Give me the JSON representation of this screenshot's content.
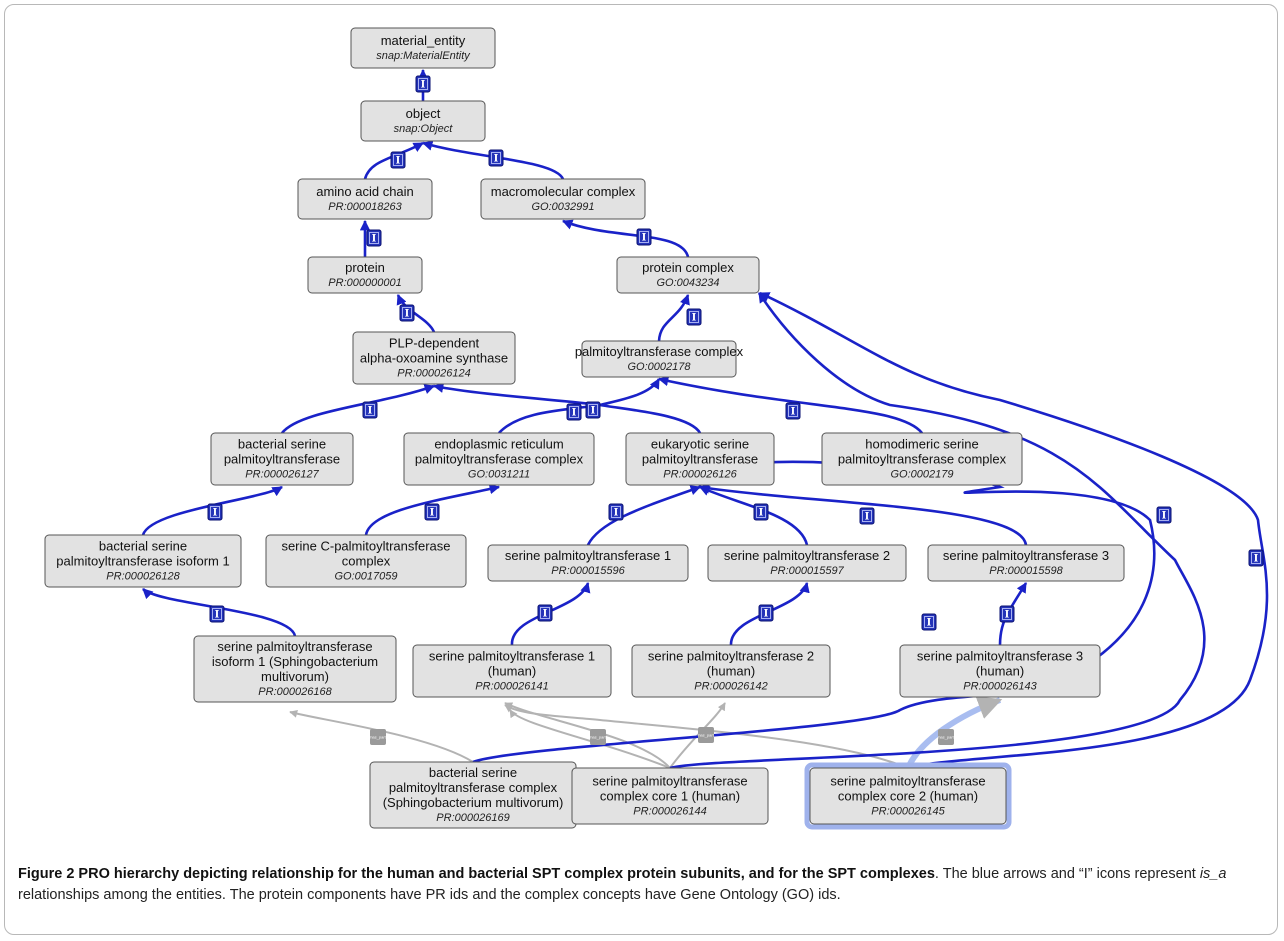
{
  "nodes": [
    {
      "id": "n_material_entity",
      "lines": [
        "material_entity"
      ],
      "ident": "snap:MaterialEntity"
    },
    {
      "id": "n_object",
      "lines": [
        "object"
      ],
      "ident": "snap:Object"
    },
    {
      "id": "n_amino_acid_chain",
      "lines": [
        "amino acid chain"
      ],
      "ident": "PR:000018263"
    },
    {
      "id": "n_macromolecular_complex",
      "lines": [
        "macromolecular complex"
      ],
      "ident": "GO:0032991"
    },
    {
      "id": "n_protein",
      "lines": [
        "protein"
      ],
      "ident": "PR:000000001"
    },
    {
      "id": "n_protein_complex",
      "lines": [
        "protein complex"
      ],
      "ident": "GO:0043234"
    },
    {
      "id": "n_plp",
      "lines": [
        "PLP-dependent",
        "alpha-oxoamine synthase"
      ],
      "ident": "PR:000026124"
    },
    {
      "id": "n_palm_complex",
      "lines": [
        "palmitoyltransferase complex"
      ],
      "ident": "GO:0002178"
    },
    {
      "id": "n_bact_spt",
      "lines": [
        "bacterial serine",
        "palmitoyltransferase"
      ],
      "ident": "PR:000026127"
    },
    {
      "id": "n_er_complex",
      "lines": [
        "endoplasmic reticulum",
        "palmitoyltransferase complex"
      ],
      "ident": "GO:0031211"
    },
    {
      "id": "n_euk_spt",
      "lines": [
        "eukaryotic serine",
        "palmitoyltransferase"
      ],
      "ident": "PR:000026126"
    },
    {
      "id": "n_homodimeric",
      "lines": [
        "homodimeric serine",
        "palmitoyltransferase complex"
      ],
      "ident": "GO:0002179"
    },
    {
      "id": "n_bact_iso1",
      "lines": [
        "bacterial serine",
        "palmitoyltransferase isoform 1"
      ],
      "ident": "PR:000026128"
    },
    {
      "id": "n_serine_c",
      "lines": [
        "serine C-palmitoyltransferase",
        "complex"
      ],
      "ident": "GO:0017059"
    },
    {
      "id": "n_spt1",
      "lines": [
        "serine palmitoyltransferase 1"
      ],
      "ident": "PR:000015596"
    },
    {
      "id": "n_spt2",
      "lines": [
        "serine palmitoyltransferase 2"
      ],
      "ident": "PR:000015597"
    },
    {
      "id": "n_spt3",
      "lines": [
        "serine palmitoyltransferase 3"
      ],
      "ident": "PR:000015598"
    },
    {
      "id": "n_spt_iso1_sphingo",
      "lines": [
        "serine palmitoyltransferase",
        "isoform 1 (Sphingobacterium",
        "multivorum)"
      ],
      "ident": "PR:000026168"
    },
    {
      "id": "n_spt1_h",
      "lines": [
        "serine palmitoyltransferase 1",
        "(human)"
      ],
      "ident": "PR:000026141"
    },
    {
      "id": "n_spt2_h",
      "lines": [
        "serine palmitoyltransferase 2",
        "(human)"
      ],
      "ident": "PR:000026142"
    },
    {
      "id": "n_spt3_h",
      "lines": [
        "serine palmitoyltransferase 3",
        "(human)"
      ],
      "ident": "PR:000026143"
    },
    {
      "id": "n_bact_complex",
      "lines": [
        "bacterial serine",
        "palmitoyltransferase complex",
        "(Sphingobacterium multivorum)"
      ],
      "ident": "PR:000026169"
    },
    {
      "id": "n_core1",
      "lines": [
        "serine palmitoyltransferase",
        "complex core 1 (human)"
      ],
      "ident": "PR:000026144"
    },
    {
      "id": "n_core2",
      "lines": [
        "serine palmitoyltransferase",
        "complex core 2 (human)"
      ],
      "ident": "PR:000026145"
    }
  ],
  "relations": {
    "is_a_marker": "I",
    "has_part_marker": "has_part"
  },
  "colors": {
    "is_a_edge": "#1a22c8",
    "has_part_edge": "#b3b3b3",
    "node_fill": "#e2e2e2",
    "node_border": "#555555",
    "selected_border": "#9fb2ec",
    "marker_fill": "#2433b8"
  },
  "caption": {
    "title": "Figure 2 PRO hierarchy depicting relationship for the human and bacterial SPT complex protein subunits, and for the SPT complexes",
    "title_end": ".",
    "text_a": "The blue arrows and “I” icons represent ",
    "relation_term": "is_a",
    "text_b": " relationships among the entities. The protein components have PR ids and the complex concepts have Gene Ontology (GO) ids."
  }
}
